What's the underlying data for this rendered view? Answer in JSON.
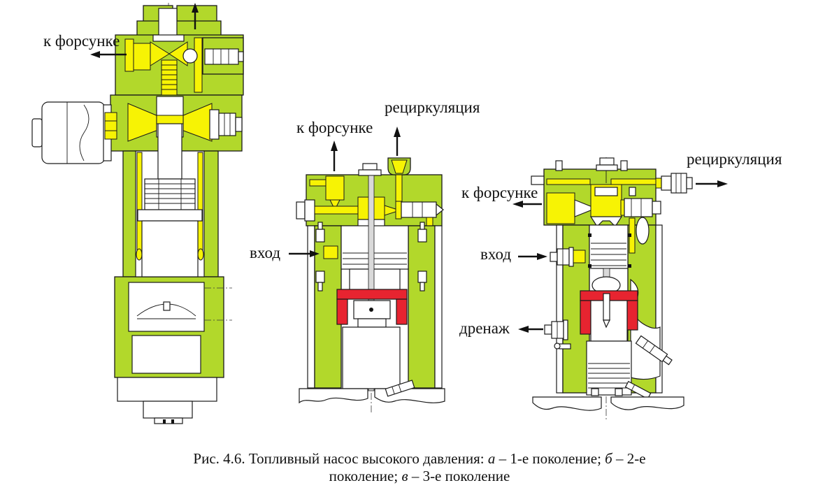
{
  "figure": {
    "caption": {
      "l1_t1": "Рис. 4.6. Топливный насос высокого давления: ",
      "l1_i1": "а",
      "l1_t2": " – 1-е поколение; ",
      "l1_i2": "б",
      "l1_t3": " – 2-е",
      "l2_t1": "поколение; ",
      "l2_i1": "в",
      "l2_t2": " – 3-е поколение"
    }
  },
  "pumps": {
    "a": {
      "labels": {
        "to_injector": "к форсунке"
      }
    },
    "b": {
      "labels": {
        "to_injector": "к форсунке",
        "recirculation": "рециркуляция",
        "inlet": "вход"
      }
    },
    "c": {
      "labels": {
        "recirculation": "рециркуляция",
        "to_injector": "к форсунке",
        "inlet": "вход",
        "drain": "дренаж"
      }
    }
  },
  "colors": {
    "body_green": "#b2d82b",
    "passage_yellow": "#f7f304",
    "tappet_red": "#e72430"
  }
}
